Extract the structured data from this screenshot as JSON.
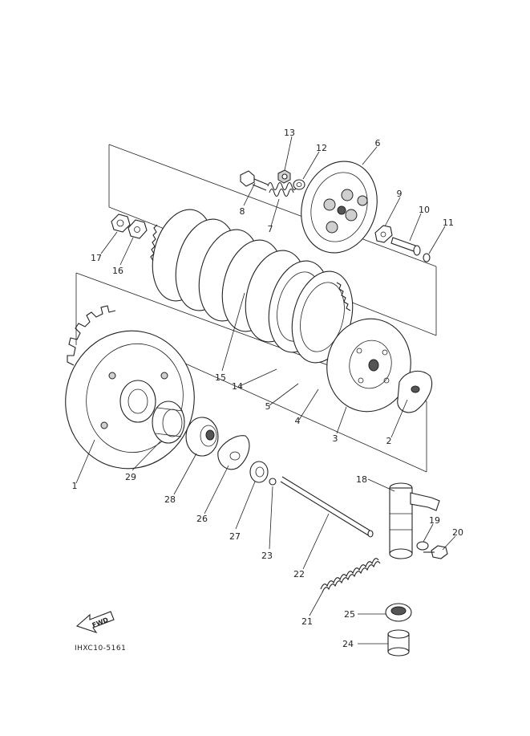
{
  "diagram": {
    "labels": {
      "p1": "1",
      "p2": "2",
      "p3": "3",
      "p4": "4",
      "p5": "5",
      "p6": "6",
      "p7": "7",
      "p8": "8",
      "p9": "9",
      "p10": "10",
      "p11": "11",
      "p12": "12",
      "p13": "13",
      "p14": "14",
      "p15": "15",
      "p16": "16",
      "p17": "17",
      "p18": "18",
      "p19": "19",
      "p20": "20",
      "p21": "21",
      "p22": "22",
      "p23": "23",
      "p24": "24",
      "p25": "25",
      "p26": "26",
      "p27": "27",
      "p28": "28",
      "p29": "29"
    },
    "fwd_label": "FWD",
    "drawing_code": "IHXC10-5161"
  }
}
